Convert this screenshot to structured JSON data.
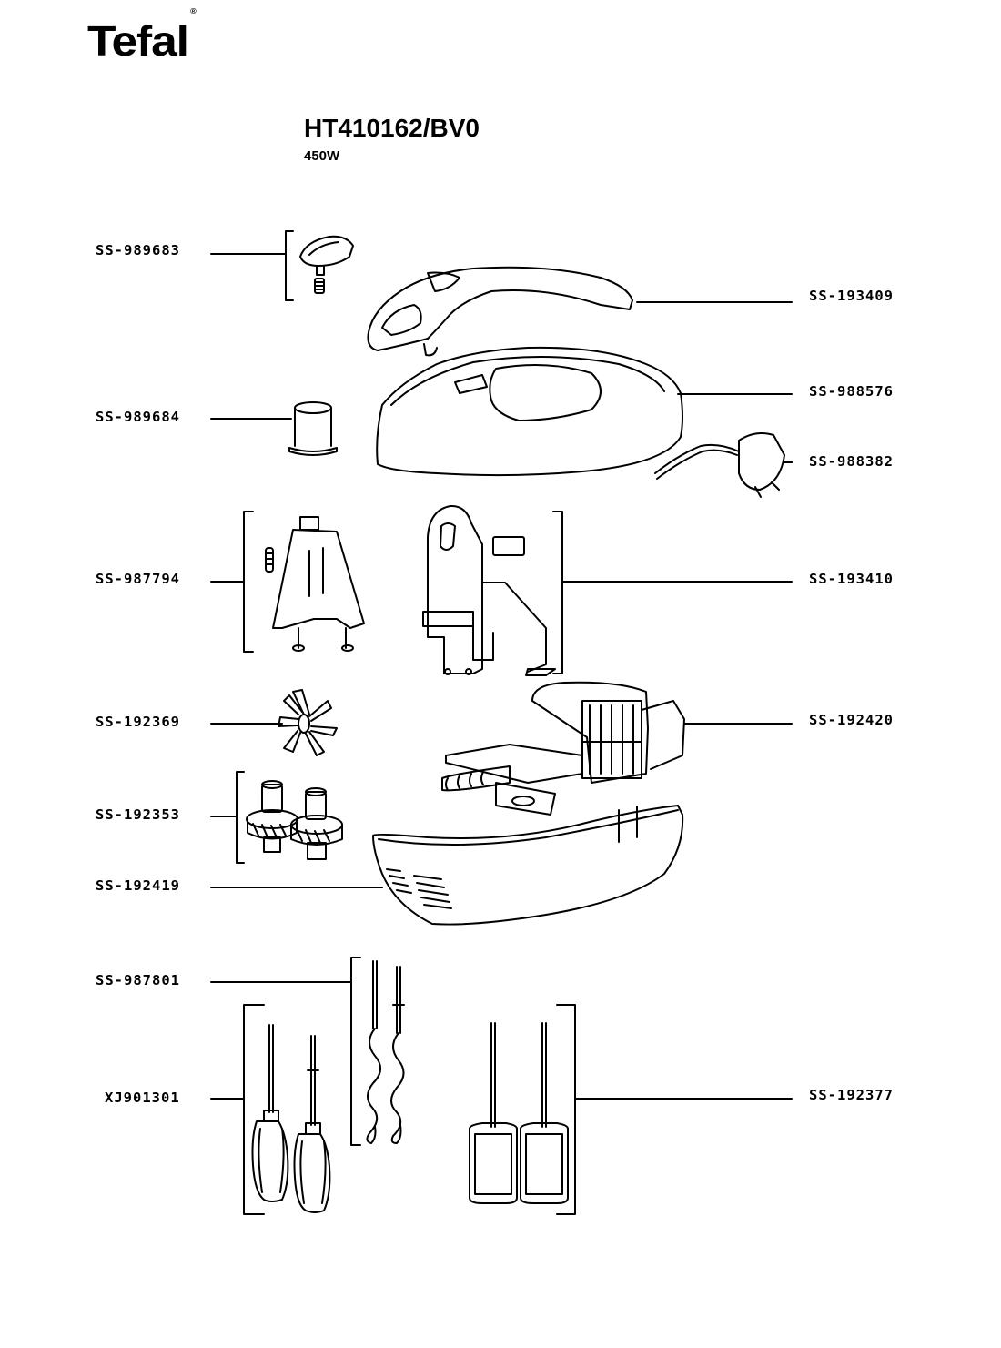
{
  "header": {
    "brand": "Tefal",
    "trademark": "®",
    "model": "HT410162/BV0",
    "power": "450W"
  },
  "parts": {
    "left": [
      {
        "code": "SS-989683",
        "part": "speed-selector-button"
      },
      {
        "code": "SS-989684",
        "part": "eject-button"
      },
      {
        "code": "SS-987794",
        "part": "switch-bracket-assembly"
      },
      {
        "code": "SS-192369",
        "part": "cooling-fan"
      },
      {
        "code": "SS-192353",
        "part": "gear-pair"
      },
      {
        "code": "SS-192419",
        "part": "bottom-housing"
      },
      {
        "code": "SS-987801",
        "part": "dough-hooks"
      },
      {
        "code": "XJ901301",
        "part": "whisks"
      }
    ],
    "right": [
      {
        "code": "SS-193409",
        "part": "handle"
      },
      {
        "code": "SS-988576",
        "part": "top-housing"
      },
      {
        "code": "SS-988382",
        "part": "power-cord-plug"
      },
      {
        "code": "SS-193410",
        "part": "circuit-board-assembly"
      },
      {
        "code": "SS-192420",
        "part": "motor-assembly"
      },
      {
        "code": "SS-192377",
        "part": "beaters"
      }
    ]
  },
  "colors": {
    "ink": "#000000",
    "paper": "#ffffff"
  }
}
